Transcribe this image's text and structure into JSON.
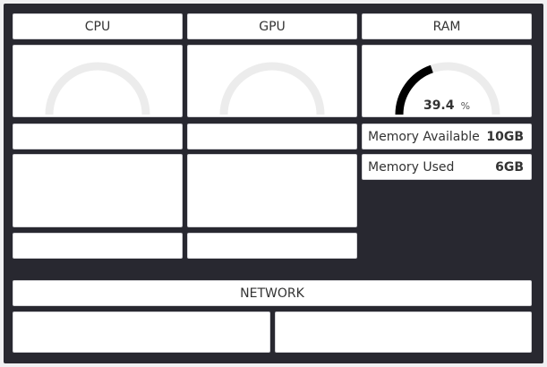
{
  "cpu": {
    "title": "CPU"
  },
  "gpu": {
    "title": "GPU"
  },
  "ram": {
    "title": "RAM",
    "usage_value": "39.4",
    "usage_unit": "%",
    "usage_fraction": 0.394,
    "memory_available_label": "Memory Available",
    "memory_available_value": "10GB",
    "memory_used_label": "Memory Used",
    "memory_used_value": "6GB"
  },
  "network": {
    "title": "NETWORK"
  },
  "colors": {
    "frame_bg": "#282830",
    "card_bg": "#ffffff",
    "gauge_track": "#ececec",
    "gauge_fill": "#000000"
  }
}
